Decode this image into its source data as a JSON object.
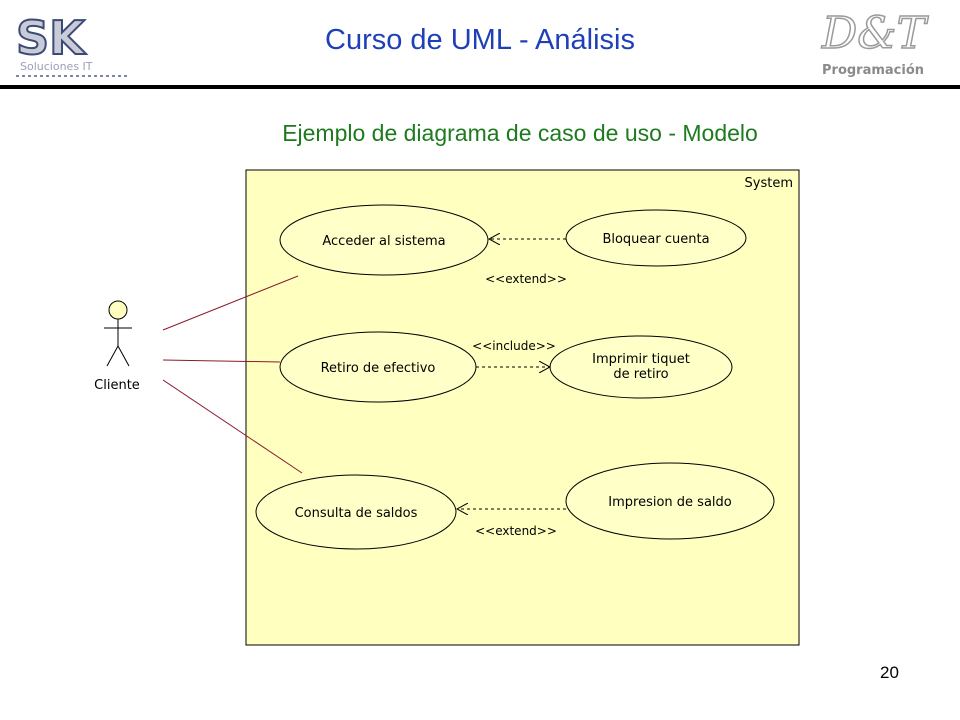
{
  "header": {
    "title": "Curso de UML - Análisis",
    "logo_left": {
      "mark": "SK",
      "sub": "Soluciones IT"
    },
    "logo_right": {
      "mark": "D&T",
      "sub": "Programación"
    }
  },
  "slide": {
    "subtitle": "Ejemplo de diagrama de caso de uso - Modelo",
    "page_number": "20"
  },
  "diagram": {
    "system_label": "System",
    "actor": "Cliente",
    "use_cases": {
      "acceder": "Acceder al sistema",
      "bloquear": "Bloquear cuenta",
      "retiro": "Retiro de efectivo",
      "imprimir_line1": "Imprimir tiquet",
      "imprimir_line2": "de retiro",
      "consulta": "Consulta de saldos",
      "impresion": "Impresion de saldo"
    },
    "relations": {
      "extend_1": "<<extend>>",
      "include_1": "<<include>>",
      "extend_2": "<<extend>>"
    },
    "colors": {
      "system_fill": "#ffffc0",
      "usecase_fill": "#ffffc8",
      "association_line": "#8b1a2c",
      "title_blue": "#1f3fb8",
      "subtitle_green": "#1e7a1e"
    }
  }
}
